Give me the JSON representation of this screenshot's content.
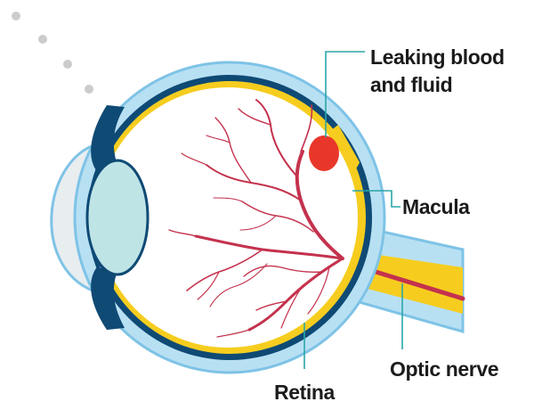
{
  "diagram": {
    "labels": {
      "leak_line1": "Leaking blood",
      "leak_line2": "and fluid",
      "macula": "Macula",
      "optic_nerve": "Optic nerve",
      "retina": "Retina"
    },
    "colors": {
      "sclera_outline": "#7ec3e6",
      "sclera_fill": "#b8e0f3",
      "choroid_dark": "#0f4a75",
      "retina_yellow": "#f6cd1f",
      "lens": "#bfe4e6",
      "cornea": "#e8edf0",
      "leak_red": "#e8372a",
      "vessels": "#c4324d",
      "leader_line": "#2aa6a8",
      "dots": "#c8c8c8"
    }
  }
}
